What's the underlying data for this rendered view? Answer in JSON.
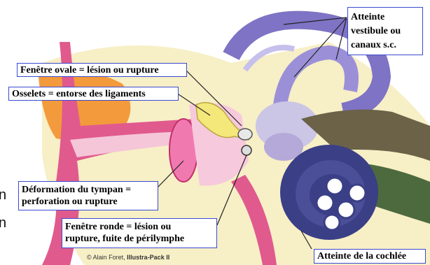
{
  "labels": {
    "vestibule": [
      "Atteinte",
      "vestibule ou",
      "canaux s.c."
    ],
    "oval_window": "Fenêtre ovale = lésion ou rupture",
    "ossicles": "Osselets = entorse des ligaments",
    "tympanum": [
      "Déformation du tympan =",
      "perforation ou rupture"
    ],
    "round_window": [
      "Fenêtre ronde = lésion ou",
      "rupture, fuite de périlymphe"
    ],
    "cochlea": "Atteinte de la cochlée"
  },
  "side_letters": [
    "n",
    "n"
  ],
  "credit": {
    "author": "© Alain Foret,",
    "pack": "Illustra-Pack II"
  },
  "colors": {
    "label_border": "#3a4bd0",
    "canal_purple": "#7e73c4",
    "cochlea_blue": "#3a3f86",
    "skin_pink": "#e05a8e",
    "bone_yellow": "#f3e6a6",
    "nerve_green": "#4d6a3e"
  }
}
